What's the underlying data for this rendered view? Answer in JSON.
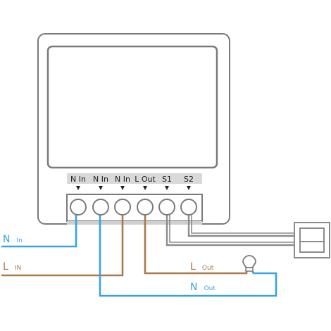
{
  "terminals": [
    {
      "label": "N In"
    },
    {
      "label": "N In"
    },
    {
      "label": "N In"
    },
    {
      "label": "L Out"
    },
    {
      "label": "S1"
    },
    {
      "label": "S2"
    }
  ],
  "wire_labels": {
    "n_in": {
      "main": "N",
      "sub": "In"
    },
    "l_in": {
      "main": "L",
      "sub": "IN"
    },
    "l_out": {
      "main": "L",
      "sub": "Out"
    },
    "n_out": {
      "main": "N",
      "sub": "Out"
    }
  },
  "colors": {
    "neutral": "#3aa3dc",
    "live": "#a87a4e",
    "switch": "#8c8c8c",
    "outline": "#7a7a7a"
  }
}
